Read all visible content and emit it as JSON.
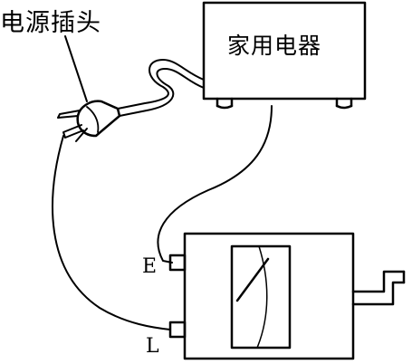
{
  "labels": {
    "plug": "电源插头",
    "appliance": "家用电器",
    "terminal_e": "E",
    "terminal_l": "L"
  },
  "colors": {
    "stroke": "#000000",
    "background": "#ffffff"
  },
  "icons": {
    "plug": "power-plug-icon",
    "meter": "megohmmeter-icon",
    "crank": "hand-crank-icon"
  }
}
